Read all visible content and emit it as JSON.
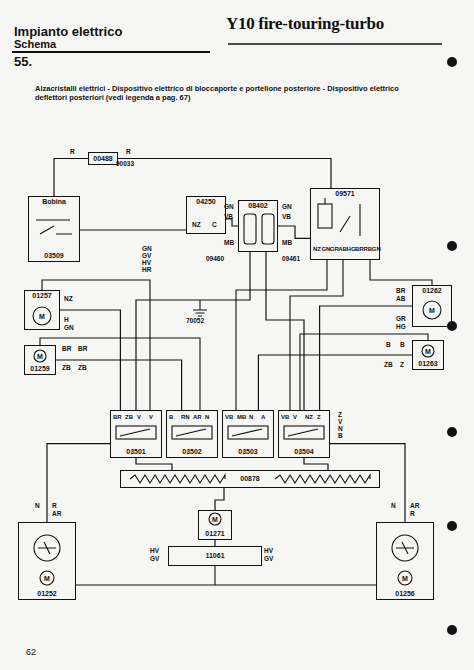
{
  "diagram": {
    "title": "Impianto elettrico",
    "caption": "Alzacristalli elettrici - Dispositivo elettrico di bloccaporte e portellone posteriore - Dispositivo elettrico deflettori posteriori (vedi legenda a pag. 67)",
    "nodes": [
      {
        "text": [
          "00488"
        ]
      },
      {
        "text": [
          "04250"
        ]
      },
      {
        "text": [
          "09571"
        ]
      },
      {
        "text": [
          "08402"
        ]
      },
      {
        "text": [
          "Bobina",
          "03509"
        ]
      },
      {
        "text": [
          "01257"
        ]
      },
      {
        "text": [
          "01262"
        ]
      },
      {
        "text": [
          "01259"
        ]
      },
      {
        "text": [
          "01263"
        ]
      },
      {
        "text": [
          "03501"
        ]
      },
      {
        "text": [
          "03502"
        ]
      },
      {
        "text": [
          "03503"
        ]
      },
      {
        "text": [
          "03504"
        ]
      },
      {
        "text": [
          "00878"
        ]
      },
      {
        "text": [
          "01271"
        ]
      },
      {
        "text": [
          "11061"
        ]
      },
      {
        "text": [
          "01252"
        ]
      },
      {
        "text": [
          "01256"
        ]
      }
    ],
    "edges": [
      {
        "from": 0,
        "to": 2,
        "arrow": "none"
      },
      {
        "from": 4,
        "to": 0,
        "arrow": "none"
      },
      {
        "from": 2,
        "to": 3,
        "arrow": "none"
      },
      {
        "from": 1,
        "to": 3,
        "arrow": "none"
      },
      {
        "from": 3,
        "to": 9,
        "arrow": "none"
      },
      {
        "from": 3,
        "to": 12,
        "arrow": "none"
      },
      {
        "from": 5,
        "to": 9,
        "arrow": "none"
      },
      {
        "from": 6,
        "to": 12,
        "arrow": "none"
      },
      {
        "from": 7,
        "to": 10,
        "arrow": "none"
      },
      {
        "from": 8,
        "to": 11,
        "arrow": "none"
      },
      {
        "from": 9,
        "to": 13,
        "arrow": "none"
      },
      {
        "from": 12,
        "to": 13,
        "arrow": "none"
      },
      {
        "from": 13,
        "to": 14,
        "arrow": "none"
      },
      {
        "from": 14,
        "to": 15,
        "arrow": "none"
      },
      {
        "from": 16,
        "to": 9,
        "arrow": "none"
      },
      {
        "from": 17,
        "to": 12,
        "arrow": "none"
      }
    ],
    "labels": [
      "Schema",
      "55.",
      "Y10 fire-touring-turbo",
      "R",
      "R",
      "90033",
      "NZ",
      "C",
      "NZ",
      "GN",
      "GR",
      "AB",
      "HG",
      "BR",
      "RB",
      "GN",
      "GN",
      "VB",
      "MB",
      "GN",
      "VB",
      "MB",
      "09460",
      "09461",
      "GN",
      "GV",
      "HV",
      "HR",
      "NZ",
      "H",
      "GN",
      "BR",
      "AB",
      "GR",
      "HG",
      "BR",
      "ZB",
      "BR",
      "ZB",
      "B",
      "Z",
      "B",
      "ZB",
      "70052",
      "BR",
      "ZB",
      "V",
      "V",
      "B",
      "RN",
      "AR",
      "N",
      "VB",
      "MB",
      "N",
      "A",
      "VB",
      "V",
      "NZ",
      "Z",
      "Z",
      "V",
      "N",
      "B",
      "HV",
      "GV",
      "HV",
      "GV",
      "N",
      "R",
      "AR",
      "N",
      "AR",
      "R",
      "M",
      "M",
      "M",
      "M",
      "M",
      "M",
      "M",
      "62"
    ]
  }
}
